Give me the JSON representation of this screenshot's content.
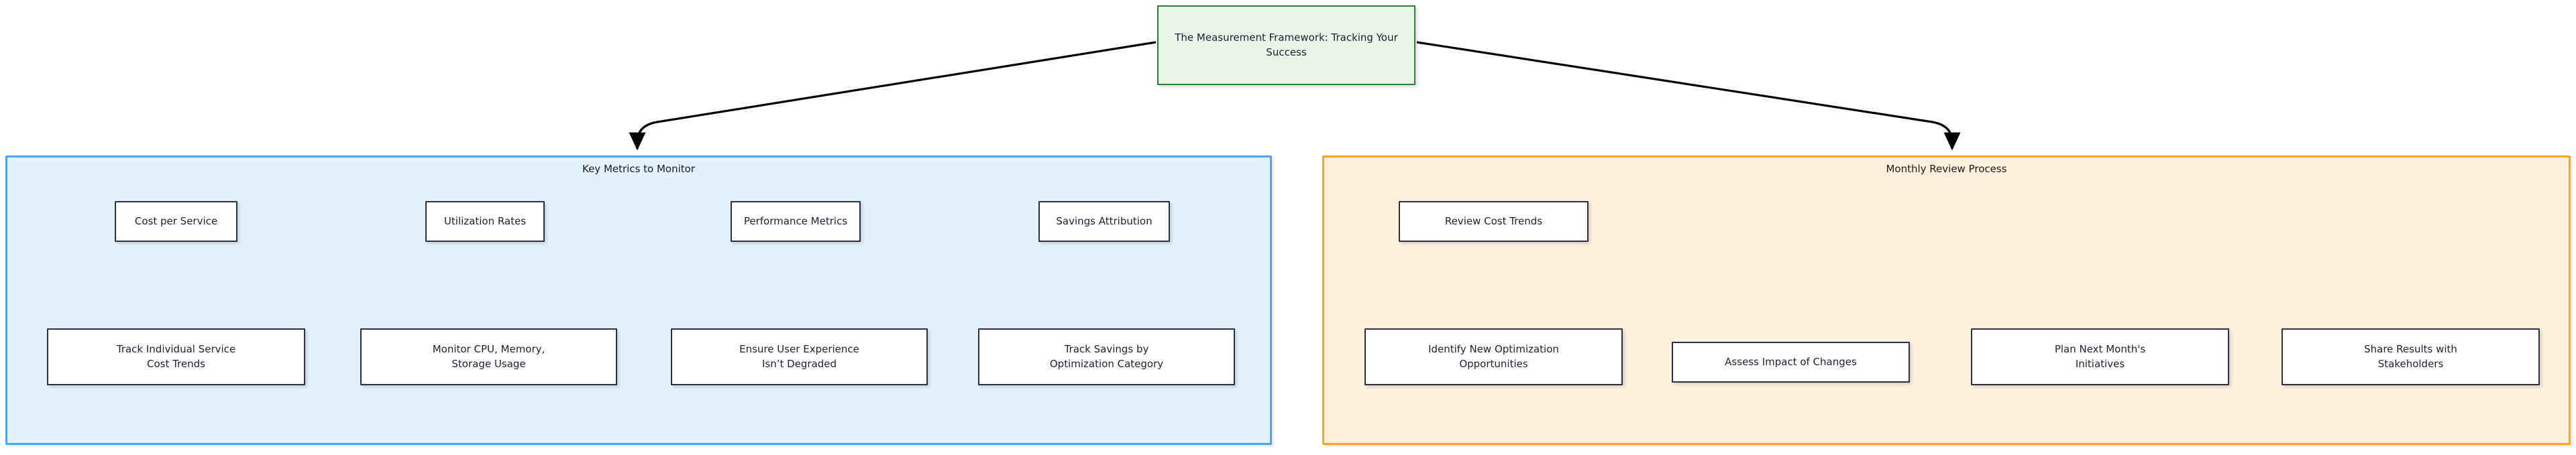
{
  "diagram": {
    "type": "flowchart",
    "direction": "top-down",
    "background_color": "#ffffff",
    "root": {
      "id": "root",
      "label": "The Measurement Framework: Tracking Your Success",
      "fill_color": "#e8f5e9",
      "border_color": "#2e7d32"
    },
    "subgraphs": [
      {
        "id": "key-metrics",
        "title": "Key Metrics to Monitor",
        "fill_color": "#e3f1fb",
        "border_color": "#49a6f5",
        "columns": [
          {
            "top": {
              "id": "cost-per-service",
              "label": "Cost per Service"
            },
            "bottom": {
              "id": "track-individual-service-cost-trends",
              "label": "Track Individual Service\nCost Trends"
            }
          },
          {
            "top": {
              "id": "utilization-rates",
              "label": "Utilization Rates"
            },
            "bottom": {
              "id": "monitor-cpu-memory-storage-usage",
              "label": "Monitor CPU, Memory,\nStorage Usage"
            }
          },
          {
            "top": {
              "id": "performance-metrics",
              "label": "Performance Metrics"
            },
            "bottom": {
              "id": "ensure-user-experience-isnt-degraded",
              "label": "Ensure User Experience\nIsn’t Degraded"
            }
          },
          {
            "top": {
              "id": "savings-attribution",
              "label": "Savings Attribution"
            },
            "bottom": {
              "id": "track-savings-by-optimization-category",
              "label": "Track Savings by\nOptimization Category"
            }
          }
        ]
      },
      {
        "id": "monthly-review",
        "title": "Monthly Review Process",
        "fill_color": "#fdf0dd",
        "border_color": "#ffa60b",
        "top_nodes": [
          {
            "id": "review-cost-trends",
            "label": "Review Cost Trends"
          }
        ],
        "bottom_nodes": [
          {
            "id": "identify-new-optimization-opportunities",
            "label": "Identify New Optimization\nOpportunities"
          },
          {
            "id": "assess-impact-of-changes",
            "label": "Assess Impact of Changes"
          },
          {
            "id": "plan-next-months-initiatives",
            "label": "Plan Next Month's\nInitiatives"
          },
          {
            "id": "share-results-with-stakeholders",
            "label": "Share Results with\nStakeholders"
          }
        ]
      }
    ],
    "edges": [
      {
        "from": "root",
        "to": "key-metrics"
      },
      {
        "from": "root",
        "to": "monthly-review"
      },
      {
        "from": "cost-per-service",
        "to": "track-individual-service-cost-trends"
      },
      {
        "from": "utilization-rates",
        "to": "monitor-cpu-memory-storage-usage"
      },
      {
        "from": "performance-metrics",
        "to": "ensure-user-experience-isnt-degraded"
      },
      {
        "from": "savings-attribution",
        "to": "track-savings-by-optimization-category"
      },
      {
        "from": "review-cost-trends",
        "to": "identify-new-optimization-opportunities"
      }
    ],
    "edge_color": "#000000",
    "node_border_color": "#2a2f45",
    "node_fill_color": "#ffffff"
  }
}
